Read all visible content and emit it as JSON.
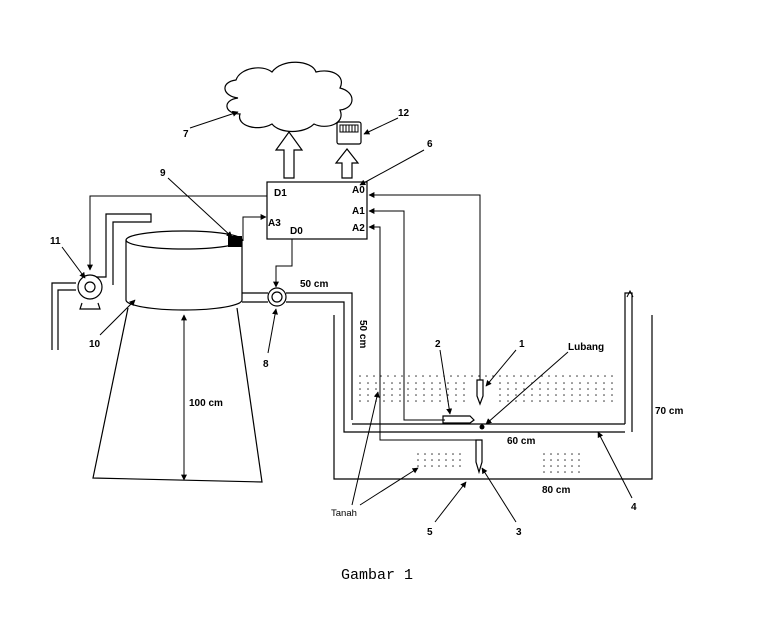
{
  "labels": {
    "n1": "1",
    "n2": "2",
    "n3": "3",
    "n4": "4",
    "n5": "5",
    "n6": "6",
    "n7": "7",
    "n8": "8",
    "n9": "9",
    "n10": "10",
    "n11": "11",
    "n12": "12",
    "lubang": "Lubang",
    "tanah": "Tanah"
  },
  "pins": {
    "d1": "D1",
    "a3": "A3",
    "d0": "D0",
    "a0": "A0",
    "a1": "A1",
    "a2": "A2"
  },
  "measurements": {
    "tank_height": "100 cm",
    "pipe_horizontal": "50 cm",
    "pipe_vertical": "50 cm",
    "pot_inner_width": "60 cm",
    "pot_outer_width": "80 cm",
    "pot_height": "70 cm"
  },
  "caption": "Gambar 1"
}
